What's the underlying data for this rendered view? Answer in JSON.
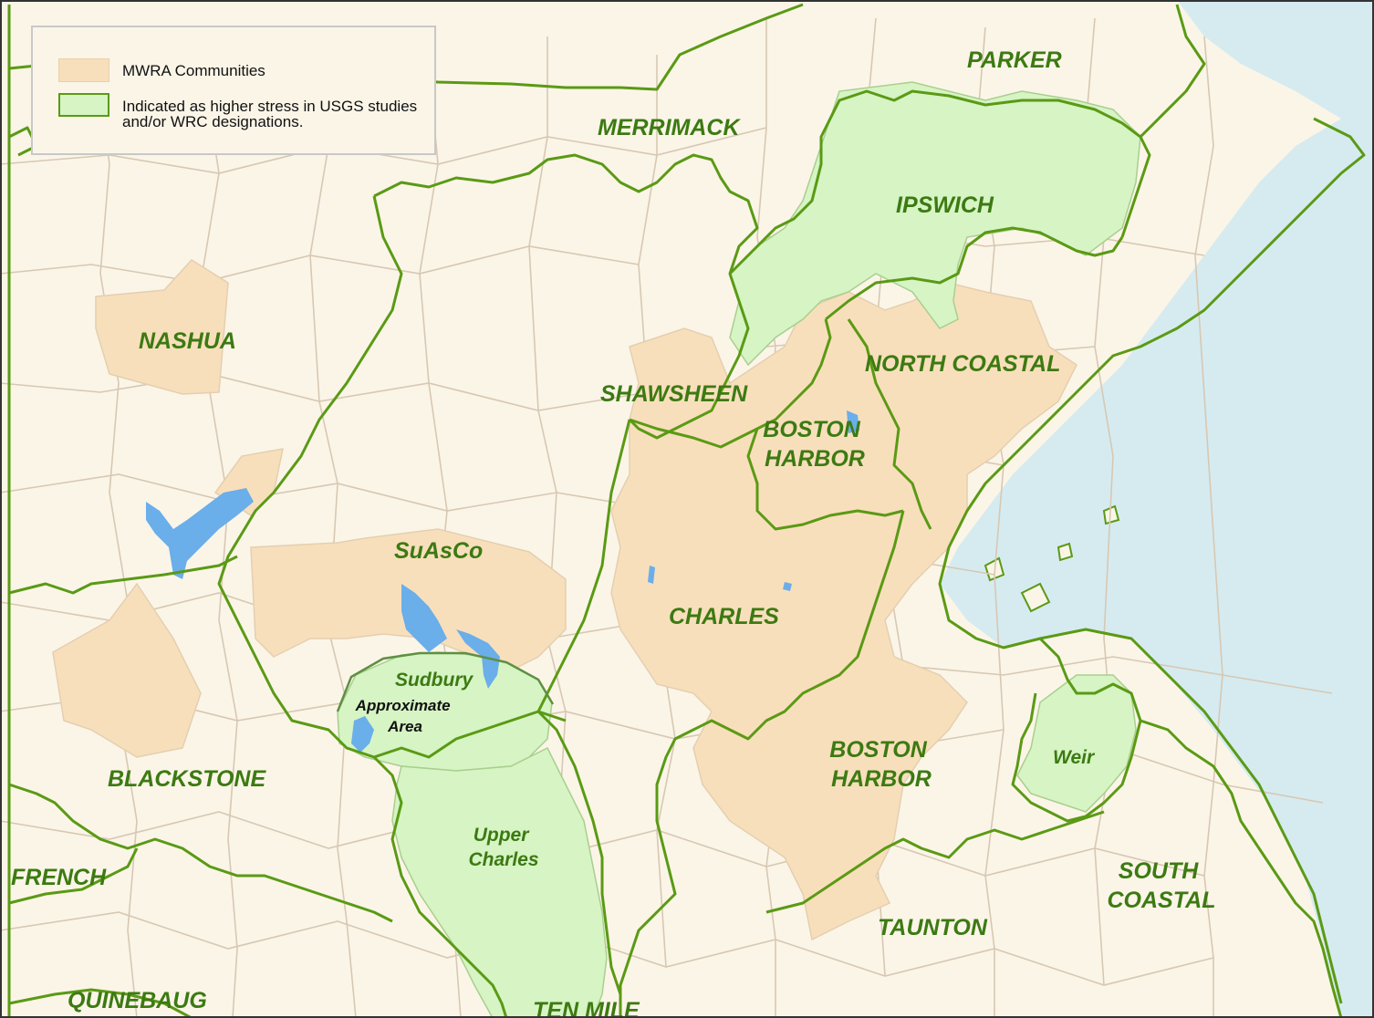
{
  "colors": {
    "background": "#fbf5e8",
    "mwra_fill": "#f8dfbc",
    "stress_fill": "#d6f4c4",
    "basin_line": "#5a9a14",
    "town_line": "#d7c8b2",
    "water": "#d6ebf0",
    "lake": "#6aaeea",
    "label": "#3c7a12"
  },
  "legend": {
    "items": [
      {
        "label": "MWRA Communities",
        "swatch": "mwra"
      },
      {
        "label": "Indicated as higher stress in USGS studies and/or WRC designations.",
        "swatch": "stress"
      }
    ]
  },
  "basins": [
    {
      "name": "PARKER"
    },
    {
      "name": "MERRIMACK"
    },
    {
      "name": "IPSWICH"
    },
    {
      "name": "NASHUA"
    },
    {
      "name": "NORTH COASTAL"
    },
    {
      "name": "SHAWSHEEN"
    },
    {
      "name": "BOSTON HARBOR"
    },
    {
      "name": "SuAsCo"
    },
    {
      "name": "CHARLES"
    },
    {
      "name": "Sudbury"
    },
    {
      "name": "BOSTON HARBOR"
    },
    {
      "name": "Weir"
    },
    {
      "name": "BLACKSTONE"
    },
    {
      "name": "Upper Charles"
    },
    {
      "name": "SOUTH COASTAL"
    },
    {
      "name": "FRENCH"
    },
    {
      "name": "TAUNTON"
    },
    {
      "name": "QUINEBAUG"
    },
    {
      "name": "TEN MILE"
    }
  ],
  "annotations": [
    {
      "text": "Approximate Area"
    }
  ]
}
